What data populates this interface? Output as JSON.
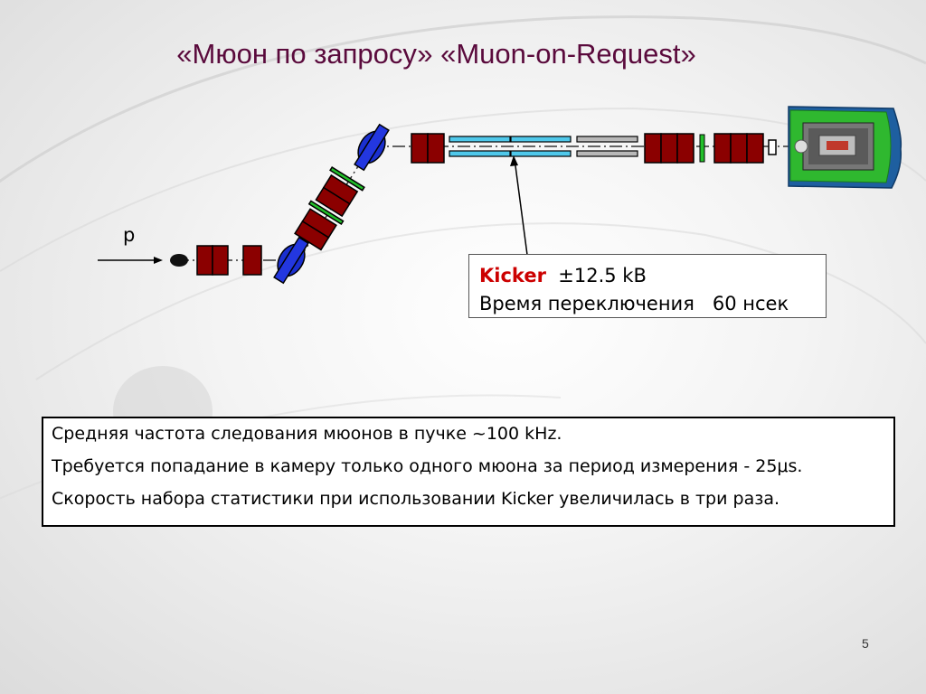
{
  "slide": {
    "title": "«Мюон по запросу» «Muon-on-Request»",
    "page_number": "5"
  },
  "diagram": {
    "beam_label": "p",
    "colors": {
      "magnet": "#8b0000",
      "bend_magnet": "#1a2fd0",
      "kicker_plates": "#4fc8ea",
      "plates_gray": "#b8b8b8",
      "accent_green": "#22c02a",
      "detector_green": "#2fb82f"
    }
  },
  "kicker_box": {
    "name": "Kicker",
    "voltage": "±12.5 kB",
    "switch_label": "Время переключения",
    "switch_value": "60 нсек"
  },
  "info": {
    "line1": "Средняя частота следования мюонов в пучке ~100 kHz.",
    "line2": "Требуется попадание в камеру только одного мюона за период измерения - 25μs.",
    "line3": "Скорость набора статистики при использовании Kicker увеличилась в три раза."
  }
}
